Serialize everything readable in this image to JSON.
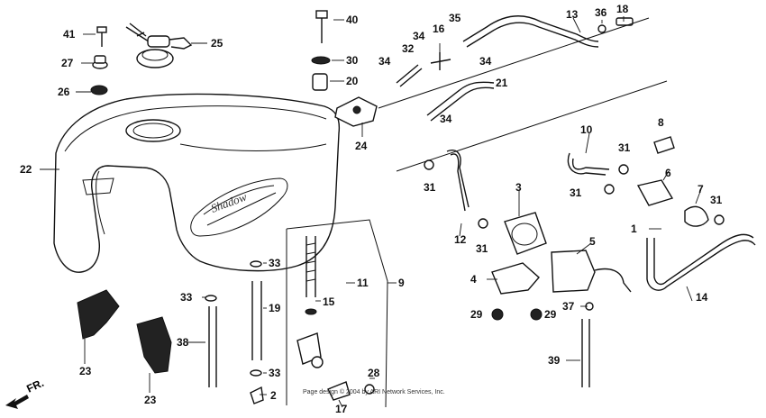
{
  "diagram": {
    "copyright": "Page design © 2004 by ARI Network Services, Inc.",
    "front_label": "FR.",
    "parts": [
      {
        "num": "1"
      },
      {
        "num": "2"
      },
      {
        "num": "3"
      },
      {
        "num": "4"
      },
      {
        "num": "5"
      },
      {
        "num": "6"
      },
      {
        "num": "7"
      },
      {
        "num": "8"
      },
      {
        "num": "9"
      },
      {
        "num": "10"
      },
      {
        "num": "11"
      },
      {
        "num": "12"
      },
      {
        "num": "13"
      },
      {
        "num": "14"
      },
      {
        "num": "15"
      },
      {
        "num": "16"
      },
      {
        "num": "17"
      },
      {
        "num": "18"
      },
      {
        "num": "19"
      },
      {
        "num": "20"
      },
      {
        "num": "21"
      },
      {
        "num": "22"
      },
      {
        "num": "23"
      },
      {
        "num": "23"
      },
      {
        "num": "24"
      },
      {
        "num": "25"
      },
      {
        "num": "26"
      },
      {
        "num": "27"
      },
      {
        "num": "28"
      },
      {
        "num": "29"
      },
      {
        "num": "29"
      },
      {
        "num": "30"
      },
      {
        "num": "31"
      },
      {
        "num": "31"
      },
      {
        "num": "31"
      },
      {
        "num": "31"
      },
      {
        "num": "31"
      },
      {
        "num": "31"
      },
      {
        "num": "32"
      },
      {
        "num": "33"
      },
      {
        "num": "33"
      },
      {
        "num": "33"
      },
      {
        "num": "34"
      },
      {
        "num": "34"
      },
      {
        "num": "34"
      },
      {
        "num": "34"
      },
      {
        "num": "35"
      },
      {
        "num": "36"
      },
      {
        "num": "37"
      },
      {
        "num": "38"
      },
      {
        "num": "39"
      },
      {
        "num": "40"
      },
      {
        "num": "41"
      }
    ]
  }
}
